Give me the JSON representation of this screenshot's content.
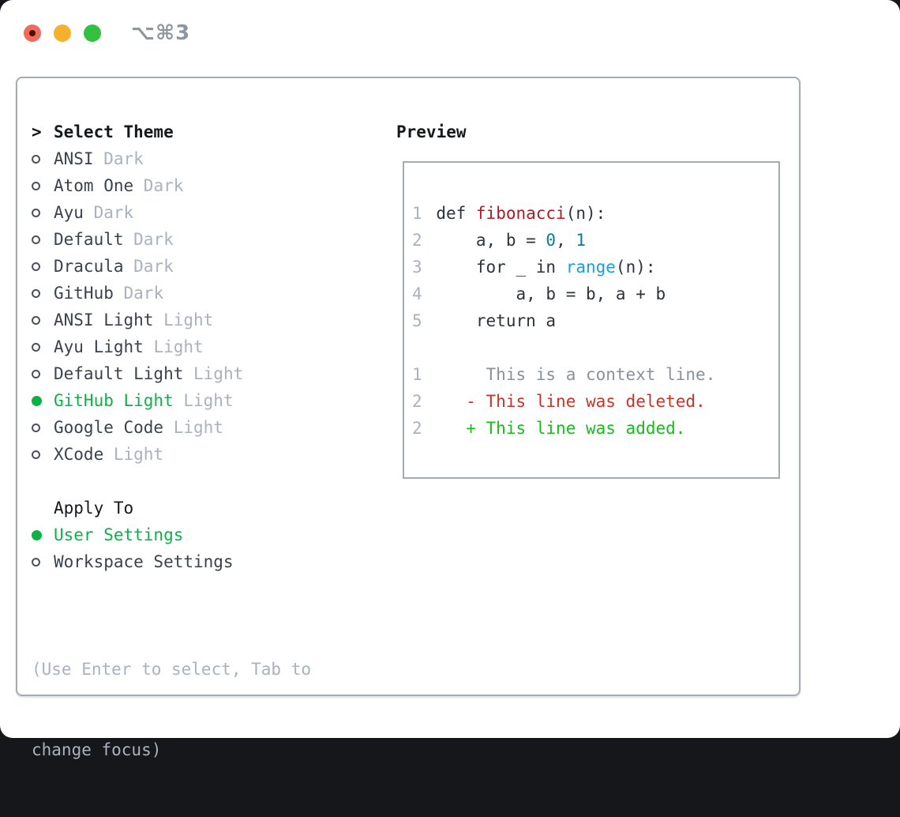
{
  "window": {
    "shortcut": "⌥⌘3"
  },
  "picker": {
    "cursor": ">",
    "title": "Select Theme",
    "themes": [
      {
        "name": "ANSI",
        "variant": "Dark",
        "selected": false
      },
      {
        "name": "Atom One",
        "variant": "Dark",
        "selected": false
      },
      {
        "name": "Ayu",
        "variant": "Dark",
        "selected": false
      },
      {
        "name": "Default",
        "variant": "Dark",
        "selected": false
      },
      {
        "name": "Dracula",
        "variant": "Dark",
        "selected": false
      },
      {
        "name": "GitHub",
        "variant": "Dark",
        "selected": false
      },
      {
        "name": "ANSI Light",
        "variant": "Light",
        "selected": false
      },
      {
        "name": "Ayu Light",
        "variant": "Light",
        "selected": false
      },
      {
        "name": "Default Light",
        "variant": "Light",
        "selected": false
      },
      {
        "name": "GitHub Light",
        "variant": "Light",
        "selected": true
      },
      {
        "name": "Google Code",
        "variant": "Light",
        "selected": false
      },
      {
        "name": "XCode",
        "variant": "Light",
        "selected": false
      }
    ],
    "apply_to_label": "Apply To",
    "apply_options": [
      {
        "name": "User Settings",
        "selected": true
      },
      {
        "name": "Workspace Settings",
        "selected": false
      }
    ],
    "hint_line1": "(Use Enter to select, Tab to",
    "hint_line2": "change focus)"
  },
  "preview": {
    "label": "Preview",
    "code_lines": [
      {
        "num": "1",
        "tokens": [
          {
            "t": "def ",
            "c": "fg"
          },
          {
            "t": "fibonacci",
            "c": "func"
          },
          {
            "t": "(n):",
            "c": "fg"
          }
        ]
      },
      {
        "num": "2",
        "tokens": [
          {
            "t": "    a, b = ",
            "c": "fg"
          },
          {
            "t": "0",
            "c": "num"
          },
          {
            "t": ", ",
            "c": "fg"
          },
          {
            "t": "1",
            "c": "num"
          }
        ]
      },
      {
        "num": "3",
        "tokens": [
          {
            "t": "    for _ in ",
            "c": "fg"
          },
          {
            "t": "range",
            "c": "builtin"
          },
          {
            "t": "(n):",
            "c": "fg"
          }
        ]
      },
      {
        "num": "4",
        "tokens": [
          {
            "t": "        a, b = b, a + b",
            "c": "fg"
          }
        ]
      },
      {
        "num": "5",
        "tokens": [
          {
            "t": "    return a",
            "c": "fg"
          }
        ]
      },
      {
        "num": "",
        "tokens": []
      },
      {
        "num": "1",
        "tokens": [
          {
            "t": "     This is a context line.",
            "c": "ctx"
          }
        ]
      },
      {
        "num": "2",
        "tokens": [
          {
            "t": "   - This line was deleted.",
            "c": "del"
          }
        ]
      },
      {
        "num": "2",
        "tokens": [
          {
            "t": "   + This line was added.",
            "c": "add"
          }
        ]
      }
    ]
  },
  "colors": {
    "ui_green": "#0cb246",
    "item_text": "#3a424e",
    "muted": "#a9b2bd",
    "header_text": "#15181c",
    "border": "#a3abb5",
    "code_fg": "#2d333b",
    "func_red": "#a81e24",
    "number_teal": "#0e7e8b",
    "builtin_blue": "#1d9ed9",
    "context_gray": "#8a9199",
    "deleted_red": "#c93429",
    "added_green": "#16bd1c",
    "traffic_red": "#f06a5d",
    "traffic_red_dot": "#4f0d06",
    "traffic_yellow": "#f5b02e",
    "traffic_green": "#33c03f",
    "title_gray": "#8e97a0"
  }
}
